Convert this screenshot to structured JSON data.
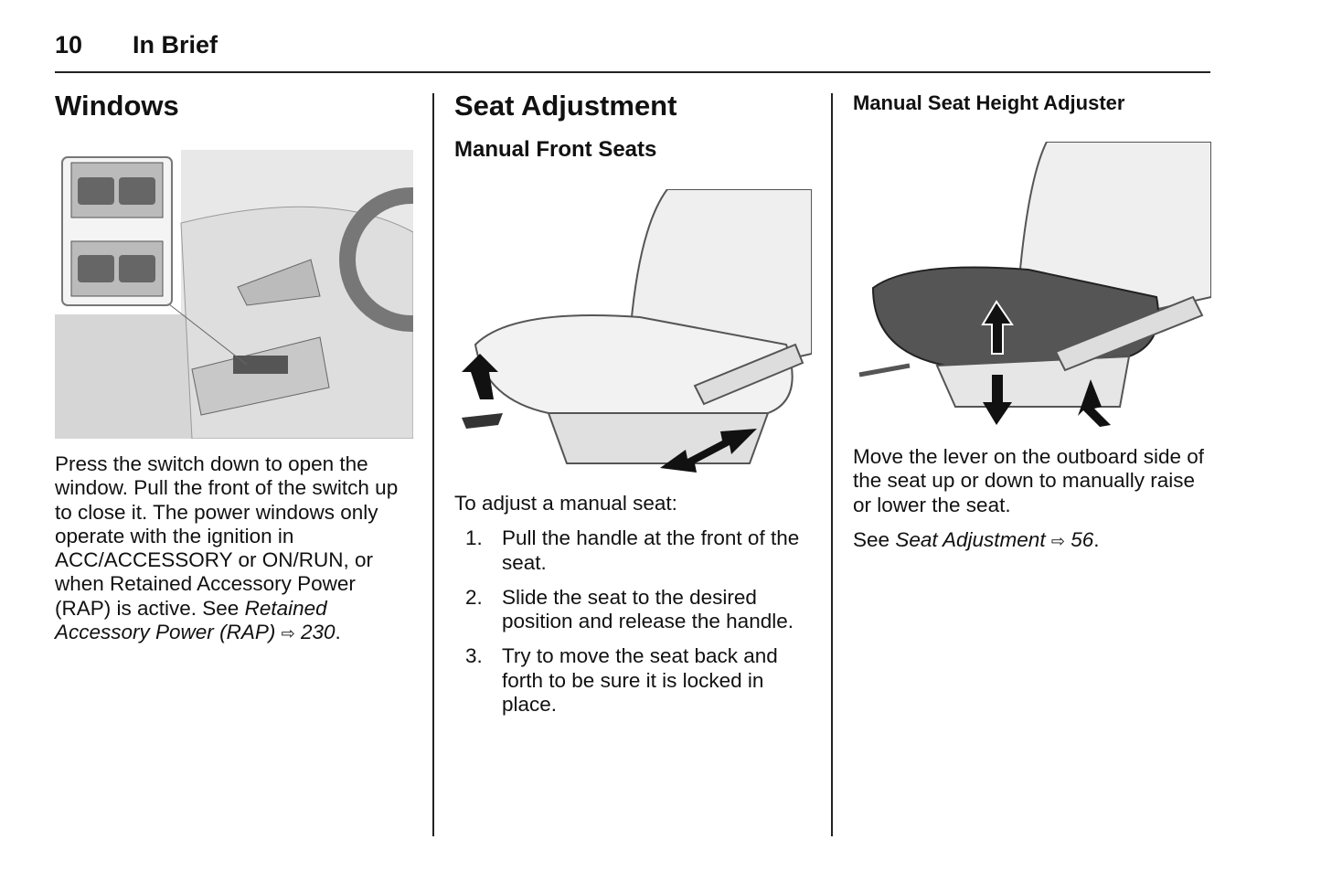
{
  "header": {
    "page_number": "10",
    "section": "In Brief"
  },
  "windows": {
    "title": "Windows",
    "text": "Press the switch down to open the window. Pull the front of the switch up to close it. The power windows only operate with the ignition in ACC/ACCESSORY or ON/RUN, or when Retained Accessory Power (RAP) is active. See",
    "ref_title_1": "Retained Accessory Power",
    "ref_title_2": "(RAP)",
    "ref_arrow": "⇨",
    "ref_page": "230",
    "ref_end": "."
  },
  "seat": {
    "title": "Seat Adjustment",
    "subtitle": "Manual Front Seats",
    "intro": "To adjust a manual seat:",
    "steps": [
      {
        "num": "1.",
        "text": "Pull the handle at the front of the seat."
      },
      {
        "num": "2.",
        "text": "Slide the seat to the desired position and release the handle."
      },
      {
        "num": "3.",
        "text": "Try to move the seat back and forth to be sure it is locked in place."
      }
    ]
  },
  "height": {
    "title": "Manual Seat Height Adjuster",
    "text": "Move the lever on the outboard side of the seat up or down to manually raise or lower the seat.",
    "see": "See",
    "ref_title": "Seat Adjustment",
    "ref_arrow": "⇨",
    "ref_page": "56",
    "ref_end": "."
  }
}
